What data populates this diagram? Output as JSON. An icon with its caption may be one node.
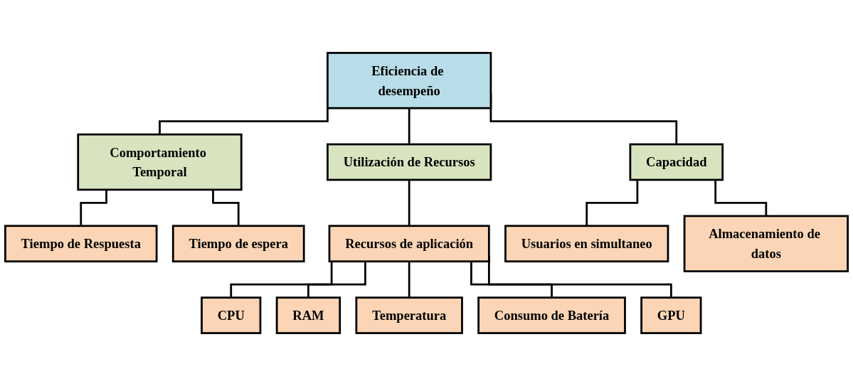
{
  "diagram": {
    "nodes": [
      {
        "text": [
          "Eficiencia de desempeño"
        ]
      },
      {
        "text": [
          "Comportamiento Temporal"
        ]
      },
      {
        "text": [
          "Utilización de Recursos"
        ]
      },
      {
        "text": [
          "Capacidad"
        ]
      },
      {
        "text": [
          "Tiempo de Respuesta"
        ]
      },
      {
        "text": [
          "Tiempo de espera"
        ]
      },
      {
        "text": [
          "Recursos de aplicación"
        ]
      },
      {
        "text": [
          "Usuarios en simultaneo"
        ]
      },
      {
        "text": [
          "Almacenamiento de datos"
        ]
      },
      {
        "text": [
          "CPU"
        ]
      },
      {
        "text": [
          "RAM"
        ]
      },
      {
        "text": [
          "Temperatura"
        ]
      },
      {
        "text": [
          "Consumo de Batería"
        ]
      },
      {
        "text": [
          "GPU"
        ]
      }
    ],
    "edges": [
      {
        "from": 0,
        "to": 1,
        "arrow": "none"
      },
      {
        "from": 0,
        "to": 2,
        "arrow": "none"
      },
      {
        "from": 0,
        "to": 3,
        "arrow": "none"
      },
      {
        "from": 1,
        "to": 4,
        "arrow": "none"
      },
      {
        "from": 1,
        "to": 5,
        "arrow": "none"
      },
      {
        "from": 2,
        "to": 6,
        "arrow": "none"
      },
      {
        "from": 3,
        "to": 7,
        "arrow": "none"
      },
      {
        "from": 3,
        "to": 8,
        "arrow": "none"
      },
      {
        "from": 6,
        "to": 9,
        "arrow": "none"
      },
      {
        "from": 6,
        "to": 10,
        "arrow": "none"
      },
      {
        "from": 6,
        "to": 11,
        "arrow": "none"
      },
      {
        "from": 6,
        "to": 12,
        "arrow": "none"
      },
      {
        "from": 6,
        "to": 13,
        "arrow": "none"
      }
    ]
  }
}
